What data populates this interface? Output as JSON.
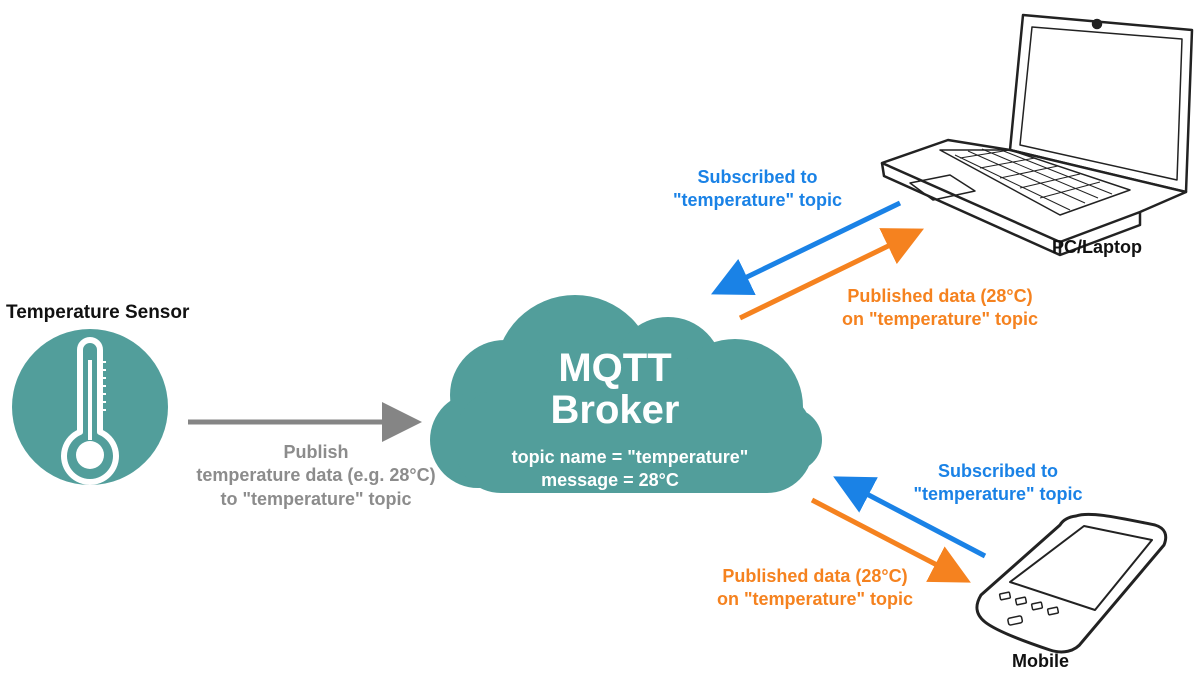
{
  "sensor": {
    "title": "Temperature Sensor"
  },
  "broker": {
    "title_line1": "MQTT",
    "title_line2": "Broker",
    "topic_line": "topic name = \"temperature\"",
    "message_line": "message = 28°C"
  },
  "publish_from_sensor": {
    "line1": "Publish",
    "line2": "temperature data (e.g. 28°C)",
    "line3": "to \"temperature\" topic"
  },
  "laptop": {
    "title": "PC/Laptop",
    "subscribed_line1": "Subscribed to",
    "subscribed_line2": "\"temperature\" topic",
    "published_line1": "Published data (28°C)",
    "published_line2": "on \"temperature\" topic"
  },
  "mobile": {
    "title": "Mobile",
    "subscribed_line1": "Subscribed to",
    "subscribed_line2": "\"temperature\" topic",
    "published_line1": "Published data (28°C)",
    "published_line2": "on \"temperature\" topic"
  },
  "colors": {
    "teal": "#529e9b",
    "subscribe_blue": "#1a82e6",
    "publish_orange": "#f5821f",
    "sensor_arrow_gray": "#858585"
  }
}
